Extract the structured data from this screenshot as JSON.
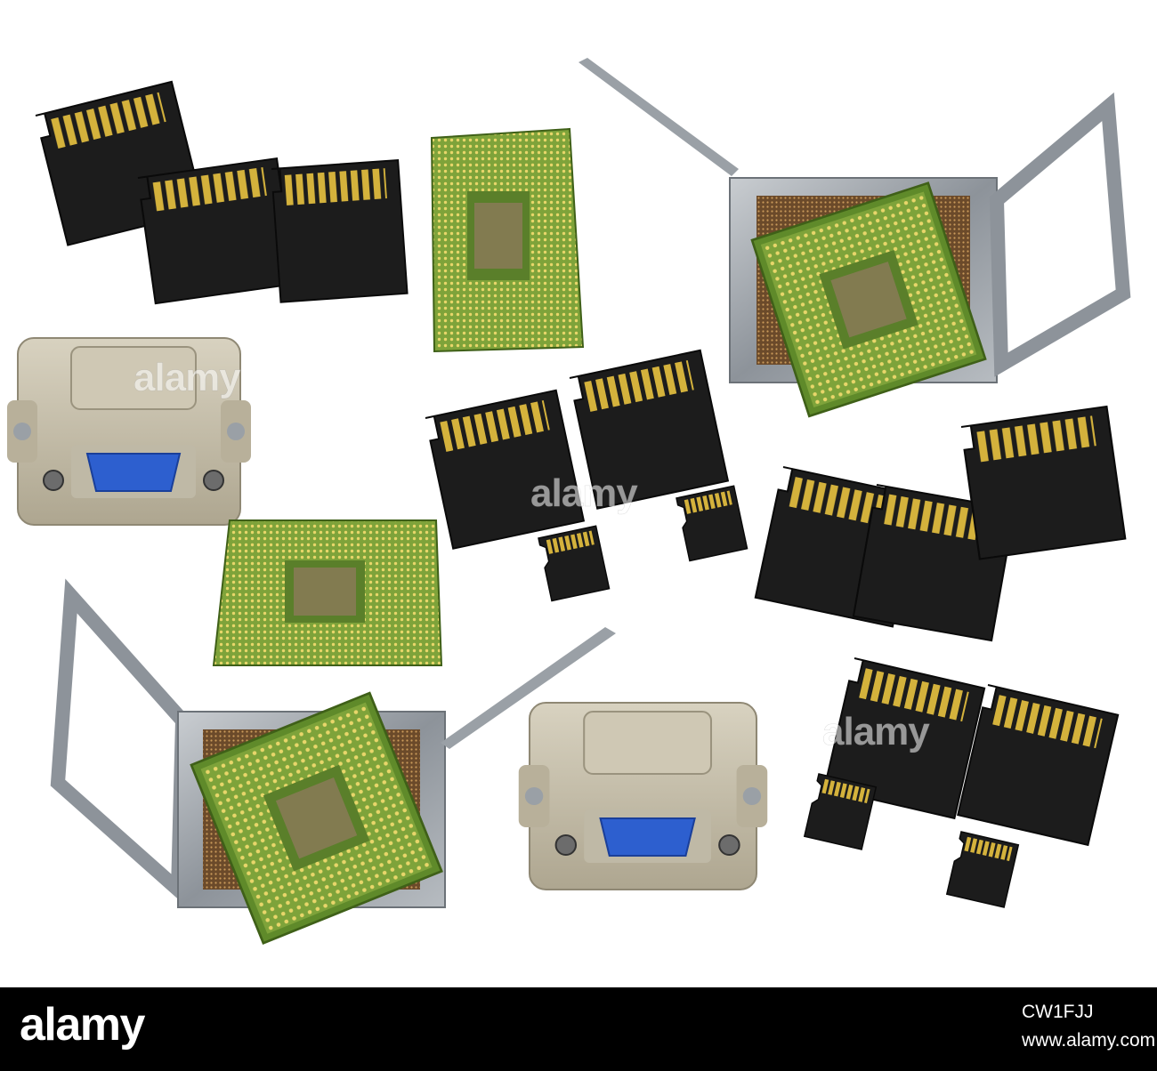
{
  "watermarks": {
    "center": "alamy",
    "left": "alamy",
    "right": "alamy"
  },
  "footer": {
    "logo": "alamy",
    "image_id": "CW1FJJ",
    "url": "www.alamy.com"
  },
  "colors": {
    "background": "#ffffff",
    "footer_bar": "#000000",
    "card_body": "#1c1c1c",
    "gold_contact": "#d4b23c",
    "pcb_green": "#7ea33a",
    "adapter_beige": "#c9c2ad",
    "vga_blue": "#2d5fcf",
    "socket_metal": "#9aa0a6"
  },
  "objects": [
    "sd-card-trio-top-left",
    "cpu-chip-top",
    "cpu-in-socket-top-right",
    "dvi-vga-adapter-left",
    "sd-and-microsd-pair-center",
    "sd-card-trio-right",
    "cpu-chip-middle",
    "cpu-in-socket-bottom-left",
    "dvi-vga-adapter-bottom",
    "sd-and-microsd-pair-bottom-right"
  ]
}
